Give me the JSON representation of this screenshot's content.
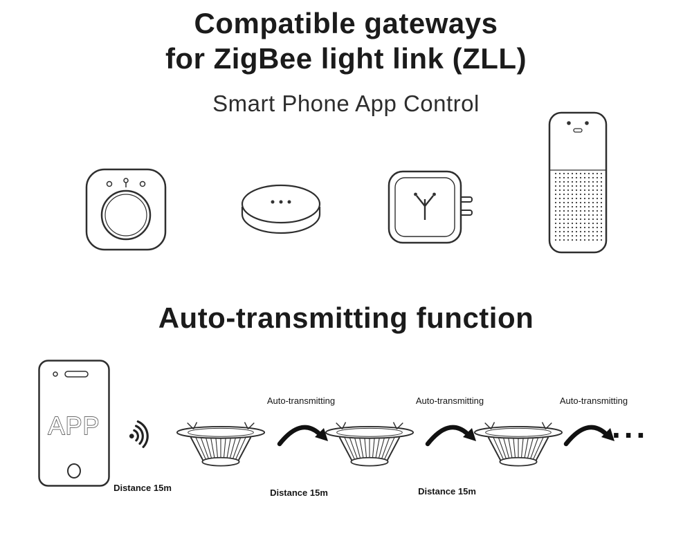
{
  "header": {
    "title_line1": "Compatible gateways",
    "title_line2": "for ZigBee light link (ZLL)",
    "subtitle": "Smart Phone App Control"
  },
  "gateways": {
    "icons": [
      "hue-bridge-gateway-icon",
      "round-puck-gateway-icon",
      "plug-in-gateway-icon",
      "smart-speaker-icon"
    ]
  },
  "auto_transmit": {
    "title": "Auto-transmitting function",
    "app_label": "APP",
    "transmit_labels": [
      "Auto-transmitting",
      "Auto-transmitting",
      "Auto-transmitting"
    ],
    "distance_labels": [
      "Distance 15m",
      "Distance 15m",
      "Distance 15m"
    ],
    "ellipsis": "..."
  },
  "colors": {
    "line": "#2e2e2e",
    "text": "#141414",
    "background": "#ffffff"
  }
}
